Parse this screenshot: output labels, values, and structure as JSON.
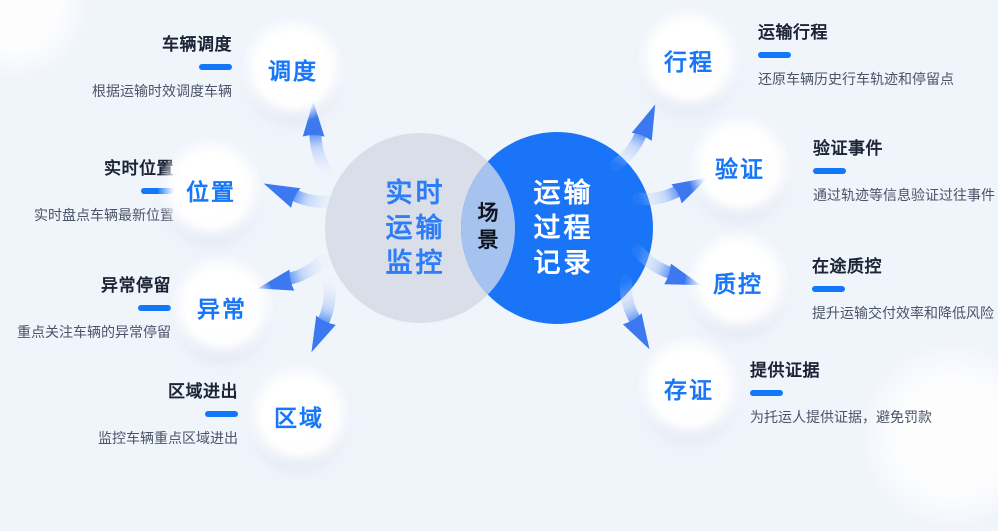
{
  "canvas": {
    "background_color": "#f0f4fb",
    "accent_color": "#1178f9"
  },
  "venn": {
    "left_circle": {
      "lines": [
        "实时",
        "运输",
        "监控"
      ],
      "fill": "#d9dee9",
      "text_color": "#2e7df8"
    },
    "right_circle": {
      "lines": [
        "运输",
        "过程",
        "记录"
      ],
      "fill": "#1a74f8",
      "text_color": "#ffffff"
    },
    "overlap": {
      "lines": [
        "场",
        "景"
      ],
      "fill": "#a6c3ef",
      "text_color": "#10141d"
    }
  },
  "features": [
    {
      "id": "dispatch",
      "side": "left",
      "node_label": "调度",
      "title": "车辆调度",
      "description": "根据运输时效调度车辆"
    },
    {
      "id": "location",
      "side": "left",
      "node_label": "位置",
      "title": "实时位置",
      "description": "实时盘点车辆最新位置"
    },
    {
      "id": "abnormal",
      "side": "left",
      "node_label": "异常",
      "title": "异常停留",
      "description": "重点关注车辆的异常停留"
    },
    {
      "id": "area",
      "side": "left",
      "node_label": "区域",
      "title": "区域进出",
      "description": "监控车辆重点区域进出"
    },
    {
      "id": "trip",
      "side": "right",
      "node_label": "行程",
      "title": "运输行程",
      "description": "还原车辆历史行车轨迹和停留点"
    },
    {
      "id": "verify",
      "side": "right",
      "node_label": "验证",
      "title": "验证事件",
      "description": "通过轨迹等信息验证过往事件"
    },
    {
      "id": "quality",
      "side": "right",
      "node_label": "质控",
      "title": "在途质控",
      "description": "提升运输交付效率和降低风险"
    },
    {
      "id": "evidence",
      "side": "right",
      "node_label": "存证",
      "title": "提供证据",
      "description": "为托运人提供证据，避免罚款"
    }
  ]
}
